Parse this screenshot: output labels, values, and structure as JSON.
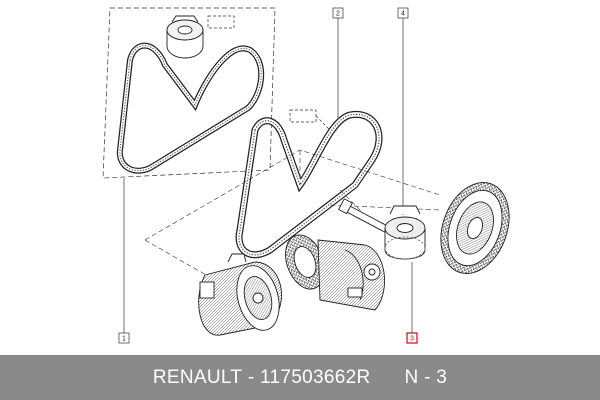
{
  "callouts": {
    "item1": "1",
    "item2": "2",
    "item3": "3",
    "item4": "4"
  },
  "colors": {
    "footer_bg": "#8a8a8a",
    "highlight_red": "#e0001a",
    "line": "#333333"
  },
  "footer": {
    "brand": "RENAULT",
    "dash": "-",
    "part_number": "117503662R",
    "note": "N - 3"
  }
}
